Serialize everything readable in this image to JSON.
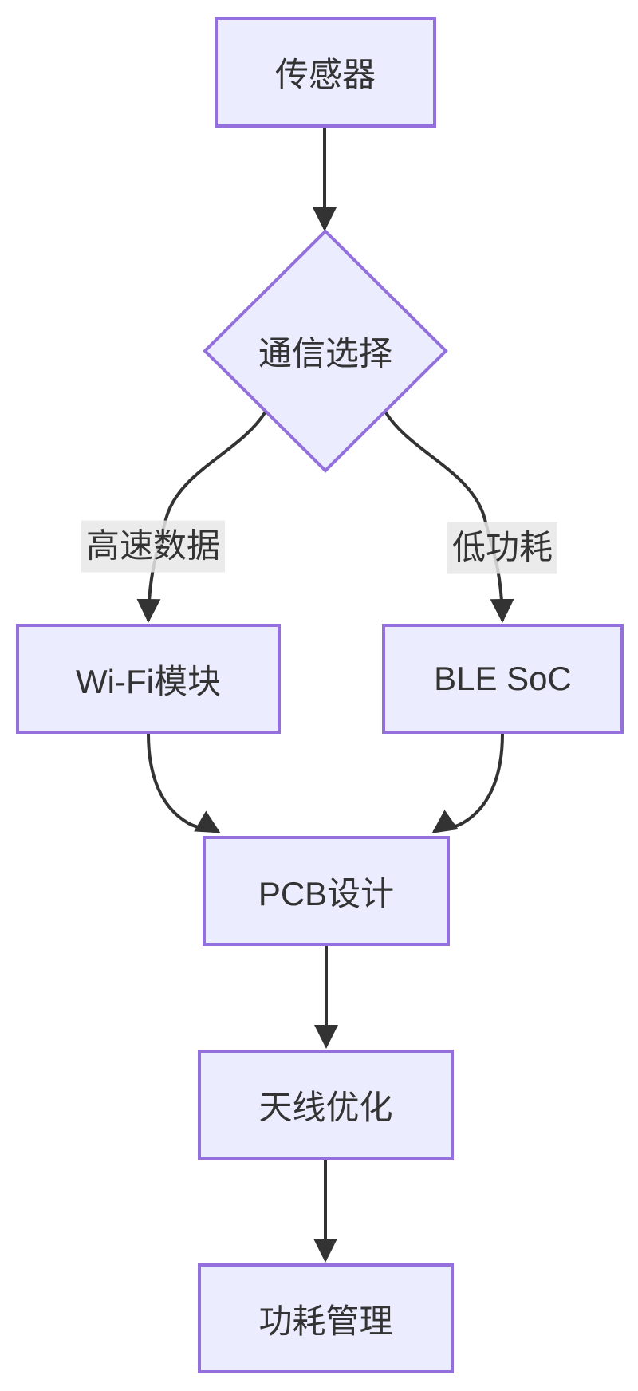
{
  "diagram": {
    "type": "flowchart",
    "direction": "top-down",
    "nodes": {
      "sensor": {
        "label": "传感器",
        "shape": "rect"
      },
      "comm_choice": {
        "label": "通信选择",
        "shape": "diamond"
      },
      "wifi": {
        "label": "Wi-Fi模块",
        "shape": "rect"
      },
      "ble": {
        "label": "BLE SoC",
        "shape": "rect"
      },
      "pcb": {
        "label": "PCB设计",
        "shape": "rect"
      },
      "antenna": {
        "label": "天线优化",
        "shape": "rect"
      },
      "power": {
        "label": "功耗管理",
        "shape": "rect"
      }
    },
    "edges": [
      {
        "from": "sensor",
        "to": "comm_choice",
        "label": ""
      },
      {
        "from": "comm_choice",
        "to": "wifi",
        "label": "高速数据"
      },
      {
        "from": "comm_choice",
        "to": "ble",
        "label": "低功耗"
      },
      {
        "from": "wifi",
        "to": "pcb",
        "label": ""
      },
      {
        "from": "ble",
        "to": "pcb",
        "label": ""
      },
      {
        "from": "pcb",
        "to": "antenna",
        "label": ""
      },
      {
        "from": "antenna",
        "to": "power",
        "label": ""
      }
    ],
    "colors": {
      "node_fill": "#ECECFF",
      "node_border": "#9370DB",
      "edge": "#333333",
      "text": "#333333",
      "edge_label_bg": "#e8e8e8",
      "background": "#ffffff"
    }
  }
}
